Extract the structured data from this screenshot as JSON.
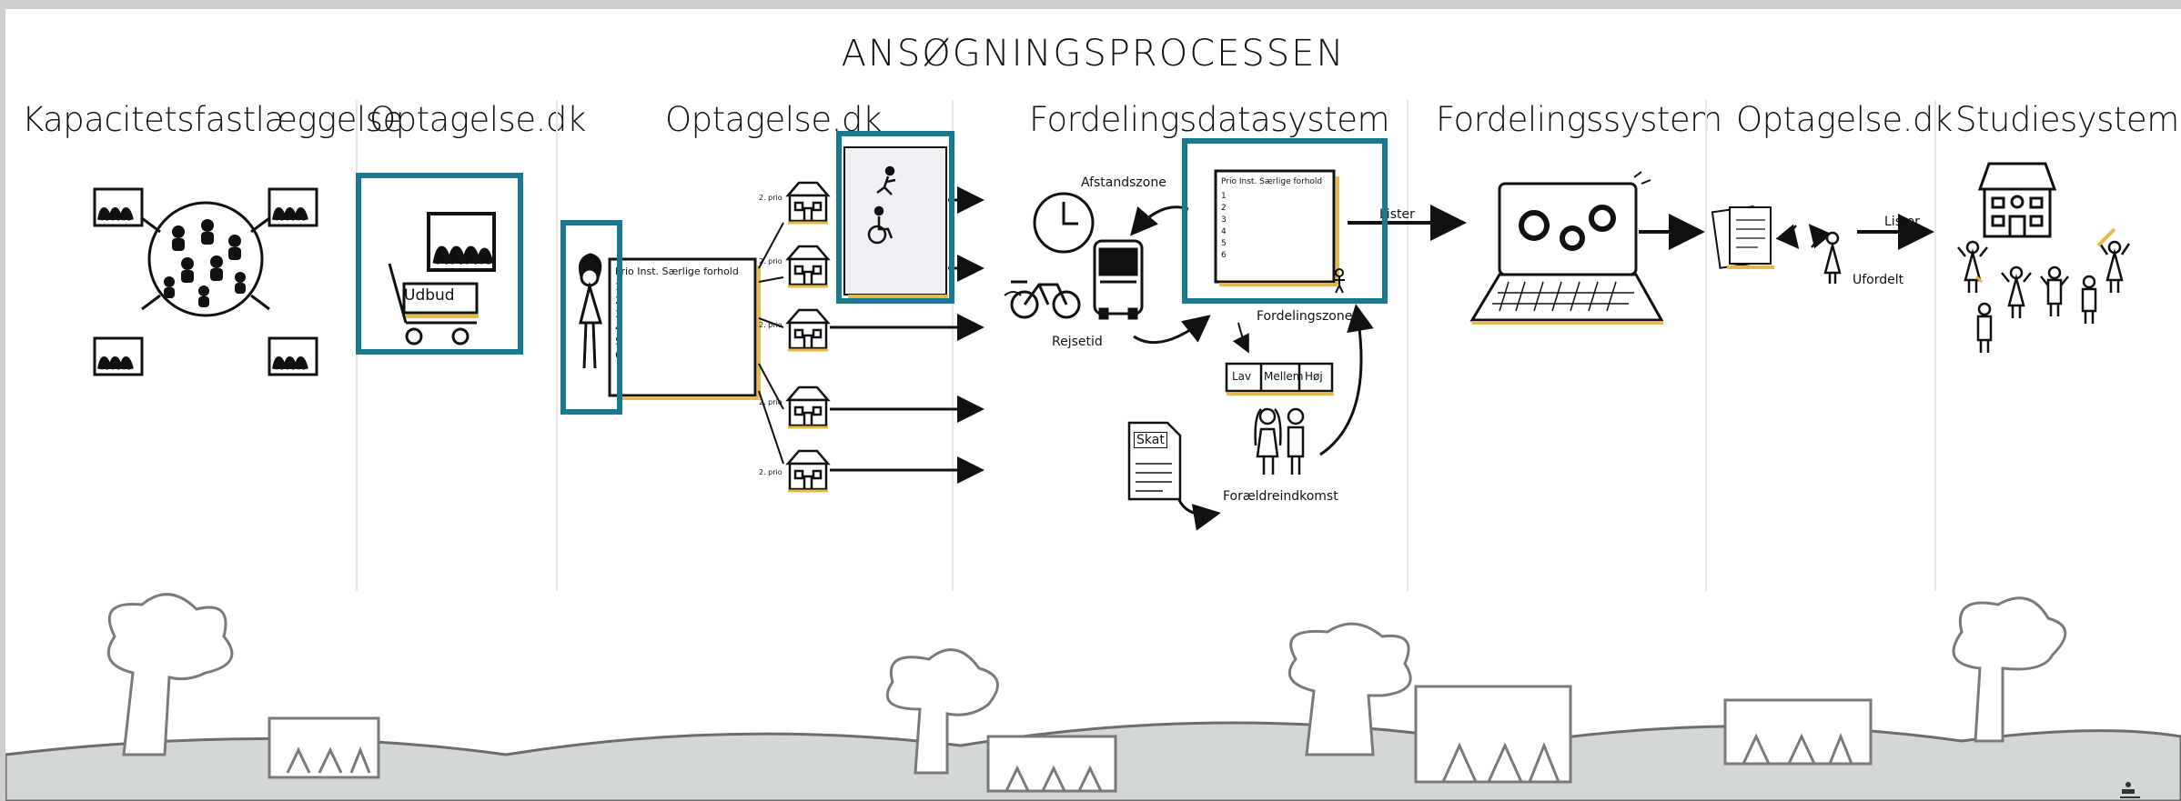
{
  "title": "ANSØGNINGSPROCESSEN",
  "columns": [
    {
      "label": "Kapacitetsfastlæggelse"
    },
    {
      "label": "Optagelse.dk"
    },
    {
      "label": "Optagelse.dk"
    },
    {
      "label": "Fordelingsdatasystem"
    },
    {
      "label": "Fordelingssystem"
    },
    {
      "label": "Optagelse.dk"
    },
    {
      "label": "Studiesystemer"
    }
  ],
  "labels": {
    "udbud": "Udbud",
    "prio_header": "Prio   Inst.   Særlige forhold",
    "prio_numbers": [
      "1",
      "2",
      "3",
      "4",
      "5",
      "6"
    ],
    "school_prio": "2. prio",
    "afstandszone": "Afstandszone",
    "rejsetid": "Rejsetid",
    "fordelingszone": "Fordelingszone",
    "lav": "Lav",
    "mellem": "Mellem",
    "hoj": "Høj",
    "skat": "Skat",
    "foraeldreindkomst": "Forældreindkomst",
    "lister_1": "Lister",
    "lister_2": "Lister",
    "ufordelt": "Ufordelt"
  },
  "colors": {
    "highlight": "#1a7991",
    "accent": "#e6b94a",
    "ink": "#111111",
    "ground": "#d3d7d5"
  }
}
